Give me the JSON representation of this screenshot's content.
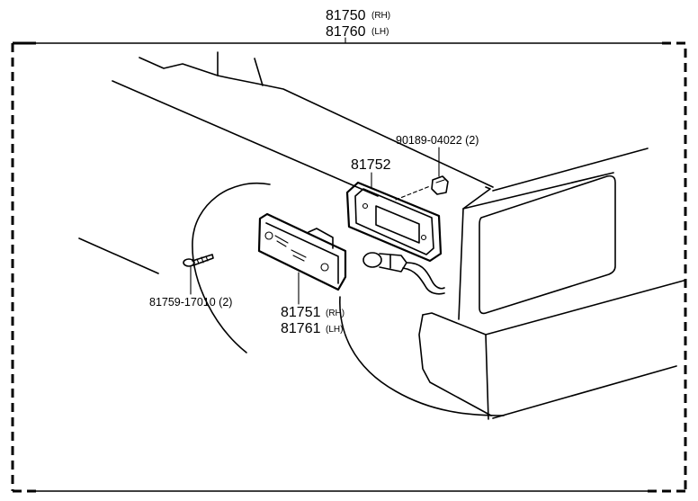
{
  "parts": {
    "assembly": {
      "number_rh": "81750",
      "tag_rh": "(RH)",
      "number_lh": "81760",
      "tag_lh": "(LH)"
    },
    "bulb": {
      "label": "90189-04022 (2)"
    },
    "gasket": {
      "label": "81752"
    },
    "screw": {
      "label": "81759-17010 (2)"
    },
    "lens": {
      "number_rh": "81751",
      "tag_rh": "(RH)",
      "number_lh": "81761",
      "tag_lh": "(LH)"
    }
  },
  "colors": {
    "ink": "#000000",
    "paper": "#ffffff"
  }
}
